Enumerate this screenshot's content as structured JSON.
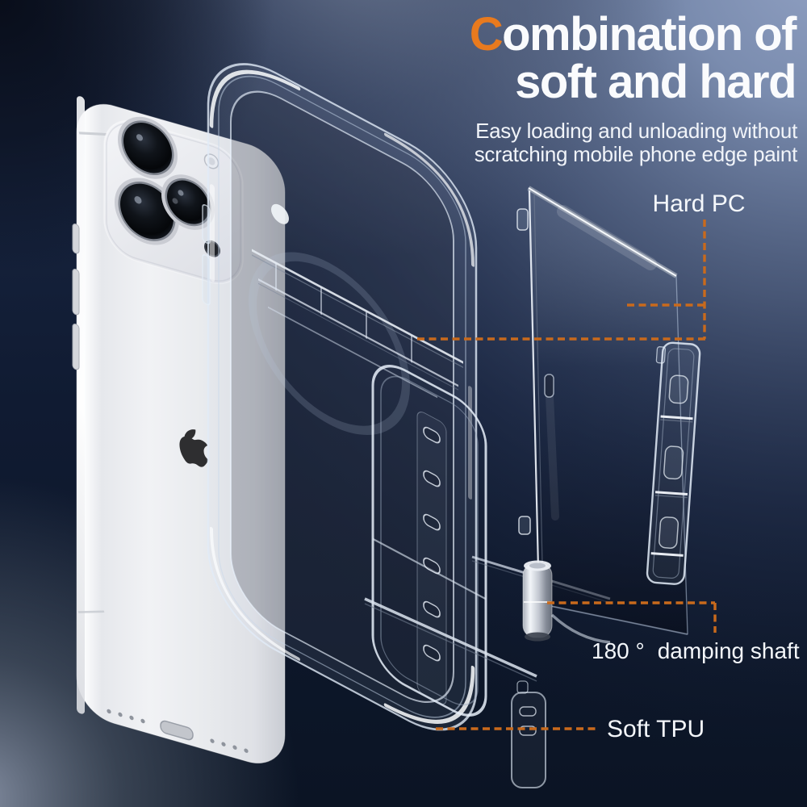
{
  "header": {
    "title_accent": "C",
    "title_line1_rest": "ombination of",
    "title_line2": "soft and hard",
    "subtitle_line1": "Easy loading and unloading without",
    "subtitle_line2": "scratching mobile phone edge paint"
  },
  "annotations": {
    "hard_pc": {
      "label": "Hard PC"
    },
    "damping_shaft": {
      "degree": "180 °",
      "label": "damping shaft"
    },
    "soft_tpu": {
      "label": "Soft TPU"
    }
  },
  "colors": {
    "accent_orange": "#E87A1E",
    "callout_orange": "#C96A1C",
    "title_white": "#FAFBFD",
    "background_navy": "#0C1424"
  }
}
